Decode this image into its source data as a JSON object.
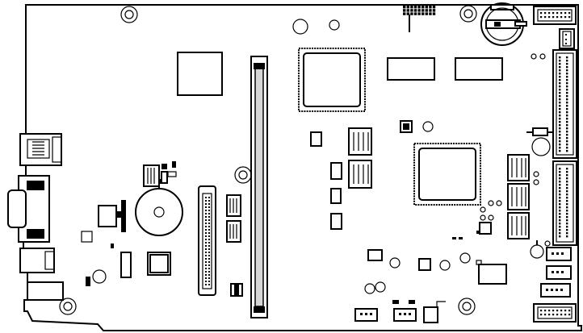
{
  "diagram": {
    "subject": "motherboard-top-view-outline",
    "colors": {
      "stroke": "#000000",
      "background": "#ffffff",
      "slot_fill": "#d6d6d6"
    },
    "components": [
      "board-outline",
      "mounting-hole",
      "dimm-slot",
      "cpu-chip",
      "chipset-chip",
      "bios-chip",
      "battery-holder",
      "ide-header",
      "vga-port",
      "rj45-port",
      "usb-port",
      "pcmcia-connector",
      "buzzer",
      "fan-header",
      "front-panel-header"
    ]
  }
}
